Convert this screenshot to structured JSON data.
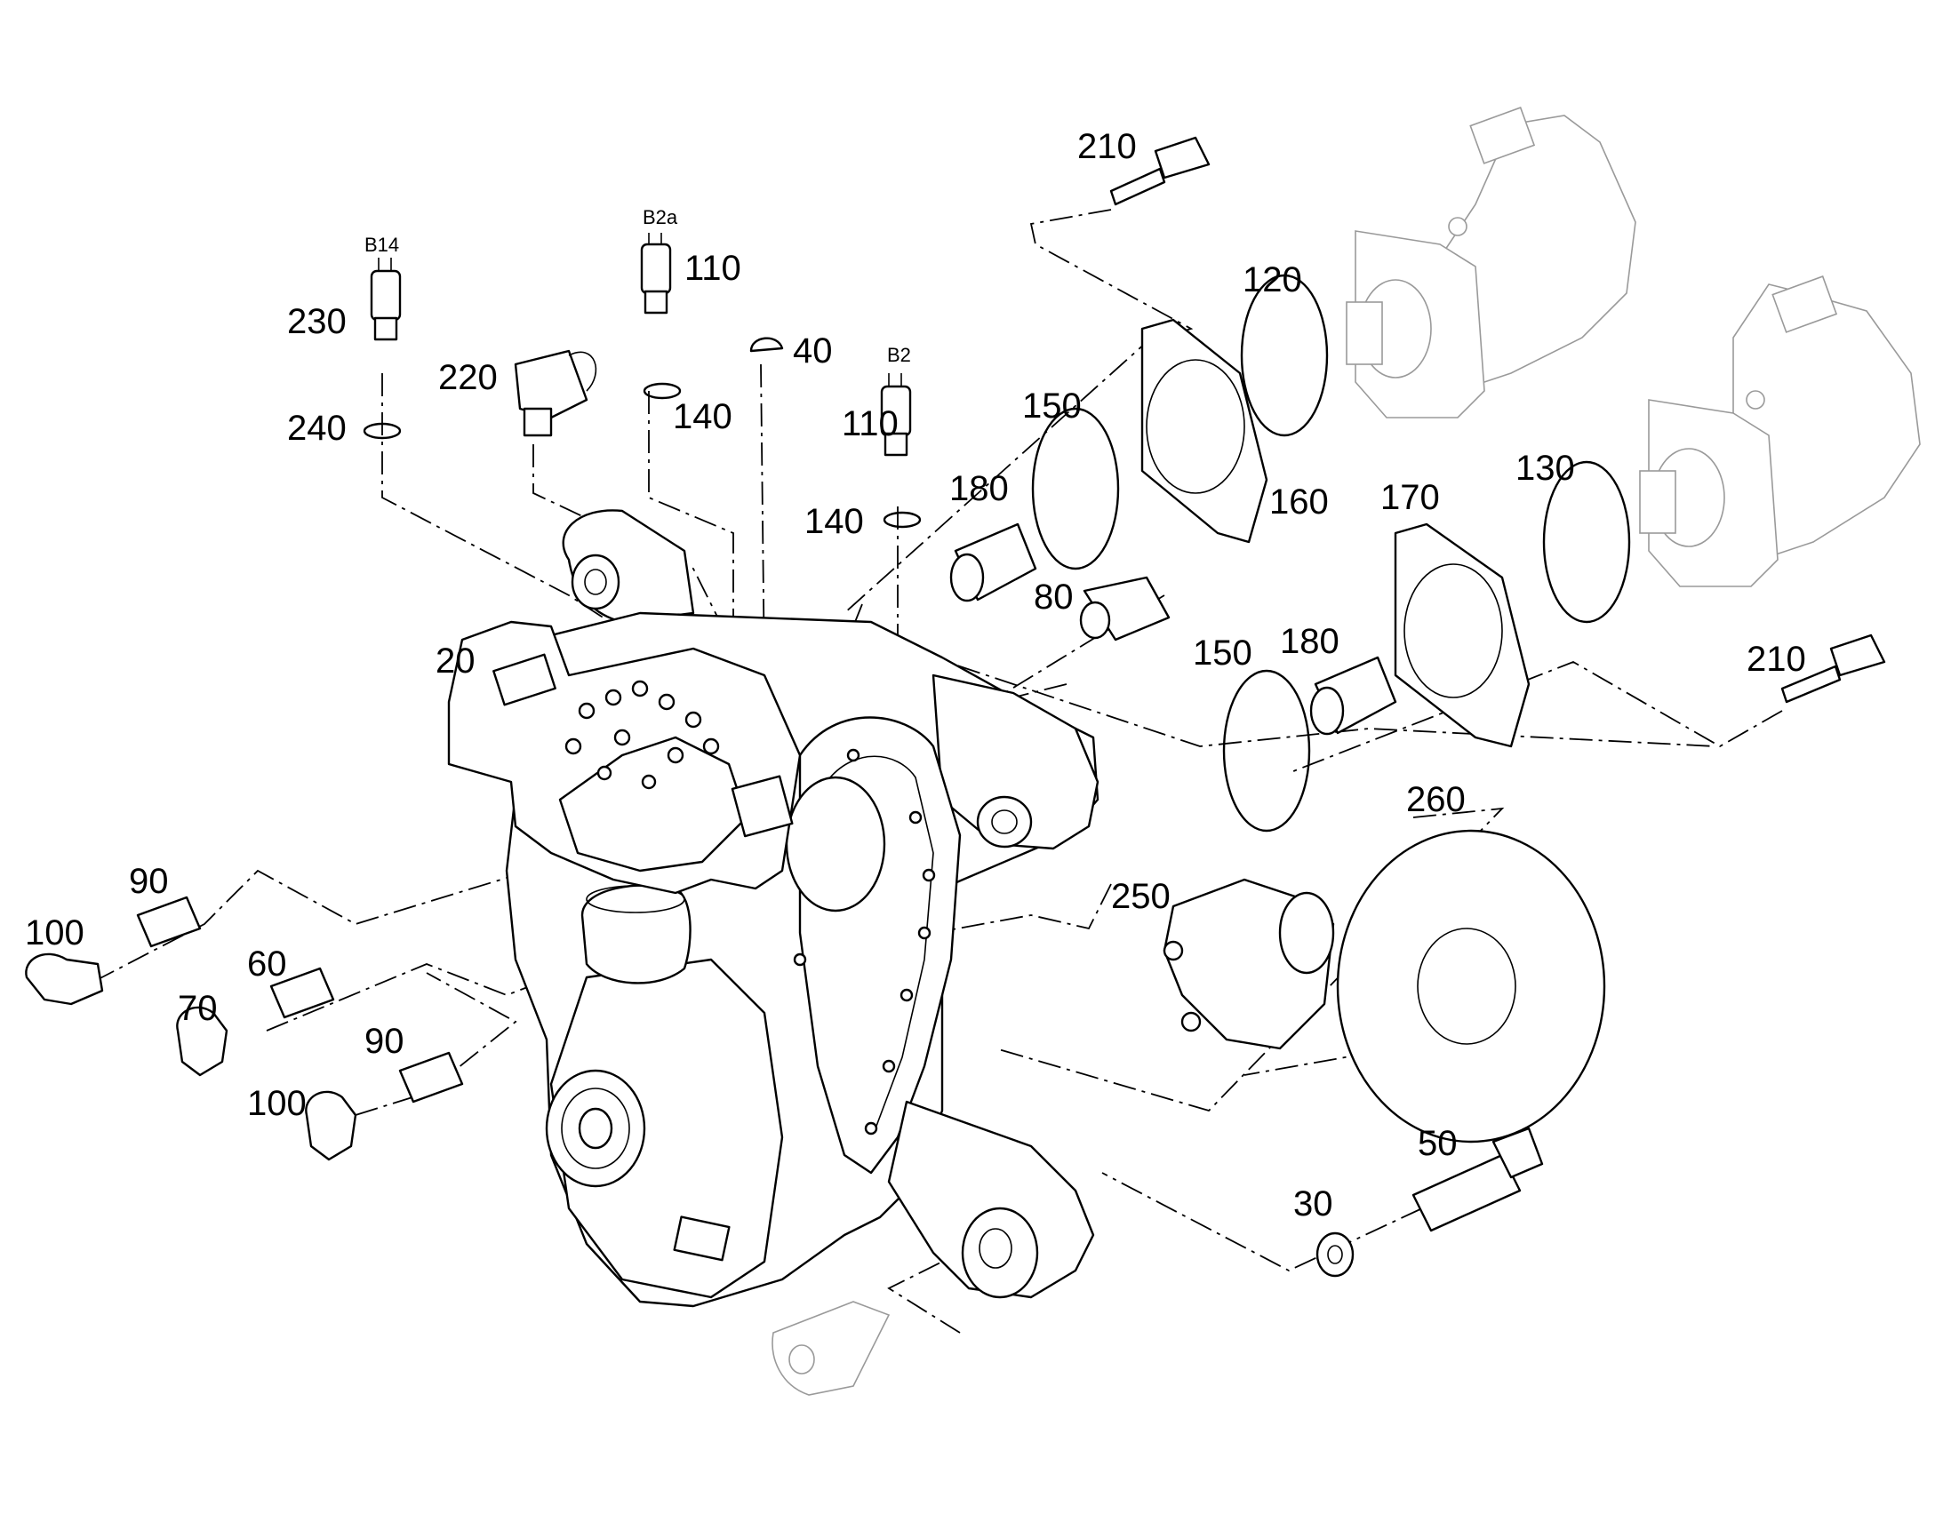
{
  "labels": {
    "p210a": "210",
    "p120": "120",
    "p150a": "150",
    "p160": "160",
    "p180a": "180",
    "p170": "170",
    "p130": "130",
    "p150b": "150",
    "p180b": "180",
    "p210b": "210",
    "p80": "80",
    "p260": "260",
    "p250": "250",
    "p50": "50",
    "p30": "30",
    "p20": "20",
    "p230": "230",
    "p240": "240",
    "p220": "220",
    "p110a": "110",
    "p140a": "140",
    "p40": "40",
    "p110b": "110",
    "p140b": "140",
    "p90a": "90",
    "p100a": "100",
    "p60": "60",
    "p70": "70",
    "p90b": "90",
    "p100b": "100"
  },
  "tags": {
    "b14": "B14",
    "b2a": "B2a",
    "b2": "B2"
  }
}
